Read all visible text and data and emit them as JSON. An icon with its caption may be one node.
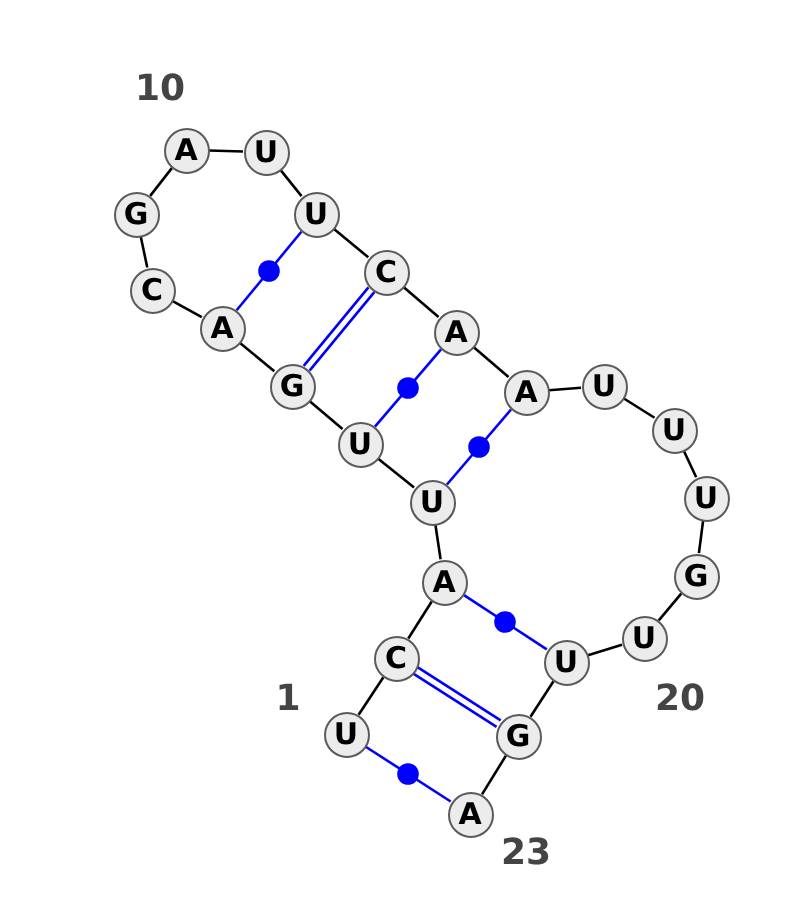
{
  "diagram": {
    "nodes": [
      {
        "text": [
          "U"
        ],
        "beside": [
          "1"
        ]
      },
      {
        "text": [
          "C"
        ]
      },
      {
        "text": [
          "A"
        ]
      },
      {
        "text": [
          "U"
        ]
      },
      {
        "text": [
          "U"
        ]
      },
      {
        "text": [
          "G"
        ]
      },
      {
        "text": [
          "A"
        ]
      },
      {
        "text": [
          "C"
        ]
      },
      {
        "text": [
          "G"
        ]
      },
      {
        "text": [
          "A"
        ],
        "beside": [
          "10"
        ]
      },
      {
        "text": [
          "U"
        ]
      },
      {
        "text": [
          "U"
        ]
      },
      {
        "text": [
          "C"
        ]
      },
      {
        "text": [
          "A"
        ]
      },
      {
        "text": [
          "A"
        ]
      },
      {
        "text": [
          "U"
        ]
      },
      {
        "text": [
          "U"
        ]
      },
      {
        "text": [
          "U"
        ]
      },
      {
        "text": [
          "G"
        ]
      },
      {
        "text": [
          "U"
        ],
        "beside": [
          "20"
        ]
      },
      {
        "text": [
          "U"
        ]
      },
      {
        "text": [
          "G"
        ]
      },
      {
        "text": [
          "A"
        ],
        "beside": [
          "23"
        ]
      }
    ],
    "edges": [
      {
        "from": 0,
        "to": 1,
        "arrow": "none"
      },
      {
        "from": 1,
        "to": 2,
        "arrow": "none"
      },
      {
        "from": 2,
        "to": 3,
        "arrow": "none"
      },
      {
        "from": 3,
        "to": 4,
        "arrow": "none"
      },
      {
        "from": 4,
        "to": 5,
        "arrow": "none"
      },
      {
        "from": 5,
        "to": 6,
        "arrow": "none"
      },
      {
        "from": 6,
        "to": 7,
        "arrow": "none"
      },
      {
        "from": 7,
        "to": 8,
        "arrow": "none"
      },
      {
        "from": 8,
        "to": 9,
        "arrow": "none"
      },
      {
        "from": 9,
        "to": 10,
        "arrow": "none"
      },
      {
        "from": 10,
        "to": 11,
        "arrow": "none"
      },
      {
        "from": 11,
        "to": 12,
        "arrow": "none"
      },
      {
        "from": 12,
        "to": 13,
        "arrow": "none"
      },
      {
        "from": 13,
        "to": 14,
        "arrow": "none"
      },
      {
        "from": 14,
        "to": 15,
        "arrow": "none"
      },
      {
        "from": 15,
        "to": 16,
        "arrow": "none"
      },
      {
        "from": 16,
        "to": 17,
        "arrow": "none"
      },
      {
        "from": 17,
        "to": 18,
        "arrow": "none"
      },
      {
        "from": 18,
        "to": 19,
        "arrow": "none"
      },
      {
        "from": 19,
        "to": 20,
        "arrow": "none"
      },
      {
        "from": 20,
        "to": 21,
        "arrow": "none"
      },
      {
        "from": 21,
        "to": 22,
        "arrow": "none"
      },
      {
        "from": 0,
        "to": 22,
        "arrow": "none",
        "color": "#0000ff"
      },
      {
        "from": 1,
        "to": 21,
        "arrow": "none",
        "color": "#0000ff"
      },
      {
        "from": 2,
        "to": 20,
        "arrow": "none",
        "color": "#0000ff"
      },
      {
        "from": 3,
        "to": 14,
        "arrow": "none",
        "color": "#0000ff"
      },
      {
        "from": 4,
        "to": 13,
        "arrow": "none",
        "color": "#0000ff"
      },
      {
        "from": 5,
        "to": 12,
        "arrow": "none",
        "color": "#0000ff"
      },
      {
        "from": 6,
        "to": 11,
        "arrow": "none",
        "color": "#0000ff"
      }
    ]
  }
}
